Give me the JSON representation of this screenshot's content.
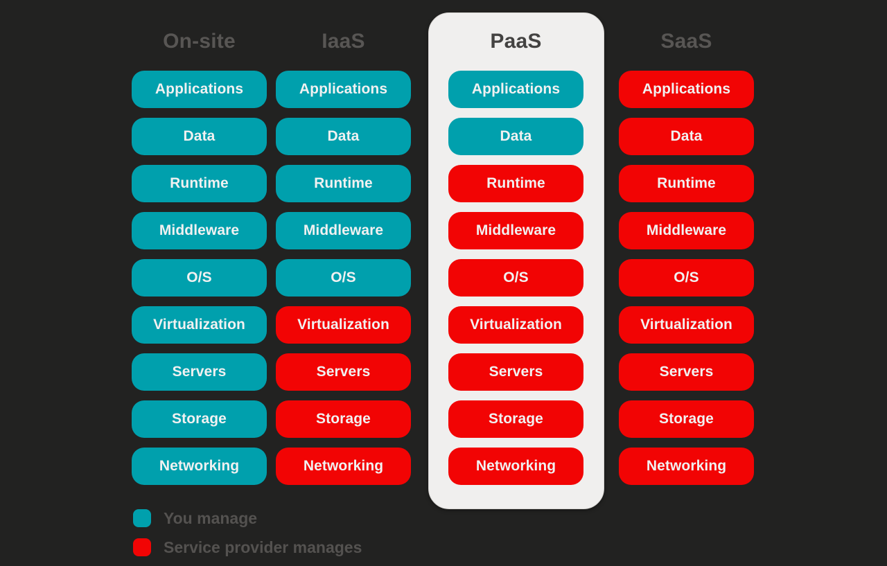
{
  "background_color": "#222221",
  "colors": {
    "you_manage": "#00a0ad",
    "provider_manages": "#f20404",
    "card": "#f0efee",
    "header_text": "#585654",
    "header_text_on_card": "#434241",
    "layer_text": "#f1f1f1",
    "legend_text": "#545250"
  },
  "columns": [
    {
      "id": "on-site",
      "header": "On-site",
      "highlighted": false,
      "layers": [
        {
          "label": "Applications",
          "owner": "you"
        },
        {
          "label": "Data",
          "owner": "you"
        },
        {
          "label": "Runtime",
          "owner": "you"
        },
        {
          "label": "Middleware",
          "owner": "you"
        },
        {
          "label": "O/S",
          "owner": "you"
        },
        {
          "label": "Virtualization",
          "owner": "you"
        },
        {
          "label": "Servers",
          "owner": "you"
        },
        {
          "label": "Storage",
          "owner": "you"
        },
        {
          "label": "Networking",
          "owner": "you"
        }
      ]
    },
    {
      "id": "iaas",
      "header": "IaaS",
      "highlighted": false,
      "layers": [
        {
          "label": "Applications",
          "owner": "you"
        },
        {
          "label": "Data",
          "owner": "you"
        },
        {
          "label": "Runtime",
          "owner": "you"
        },
        {
          "label": "Middleware",
          "owner": "you"
        },
        {
          "label": "O/S",
          "owner": "you"
        },
        {
          "label": "Virtualization",
          "owner": "provider"
        },
        {
          "label": "Servers",
          "owner": "provider"
        },
        {
          "label": "Storage",
          "owner": "provider"
        },
        {
          "label": "Networking",
          "owner": "provider"
        }
      ]
    },
    {
      "id": "paas",
      "header": "PaaS",
      "highlighted": true,
      "layers": [
        {
          "label": "Applications",
          "owner": "you"
        },
        {
          "label": "Data",
          "owner": "you"
        },
        {
          "label": "Runtime",
          "owner": "provider"
        },
        {
          "label": "Middleware",
          "owner": "provider"
        },
        {
          "label": "O/S",
          "owner": "provider"
        },
        {
          "label": "Virtualization",
          "owner": "provider"
        },
        {
          "label": "Servers",
          "owner": "provider"
        },
        {
          "label": "Storage",
          "owner": "provider"
        },
        {
          "label": "Networking",
          "owner": "provider"
        }
      ]
    },
    {
      "id": "saas",
      "header": "SaaS",
      "highlighted": false,
      "layers": [
        {
          "label": "Applications",
          "owner": "provider"
        },
        {
          "label": "Data",
          "owner": "provider"
        },
        {
          "label": "Runtime",
          "owner": "provider"
        },
        {
          "label": "Middleware",
          "owner": "provider"
        },
        {
          "label": "O/S",
          "owner": "provider"
        },
        {
          "label": "Virtualization",
          "owner": "provider"
        },
        {
          "label": "Servers",
          "owner": "provider"
        },
        {
          "label": "Storage",
          "owner": "provider"
        },
        {
          "label": "Networking",
          "owner": "provider"
        }
      ]
    }
  ],
  "legend": [
    {
      "swatch": "you",
      "label": "You manage"
    },
    {
      "swatch": "provider",
      "label": "Service provider manages"
    }
  ]
}
